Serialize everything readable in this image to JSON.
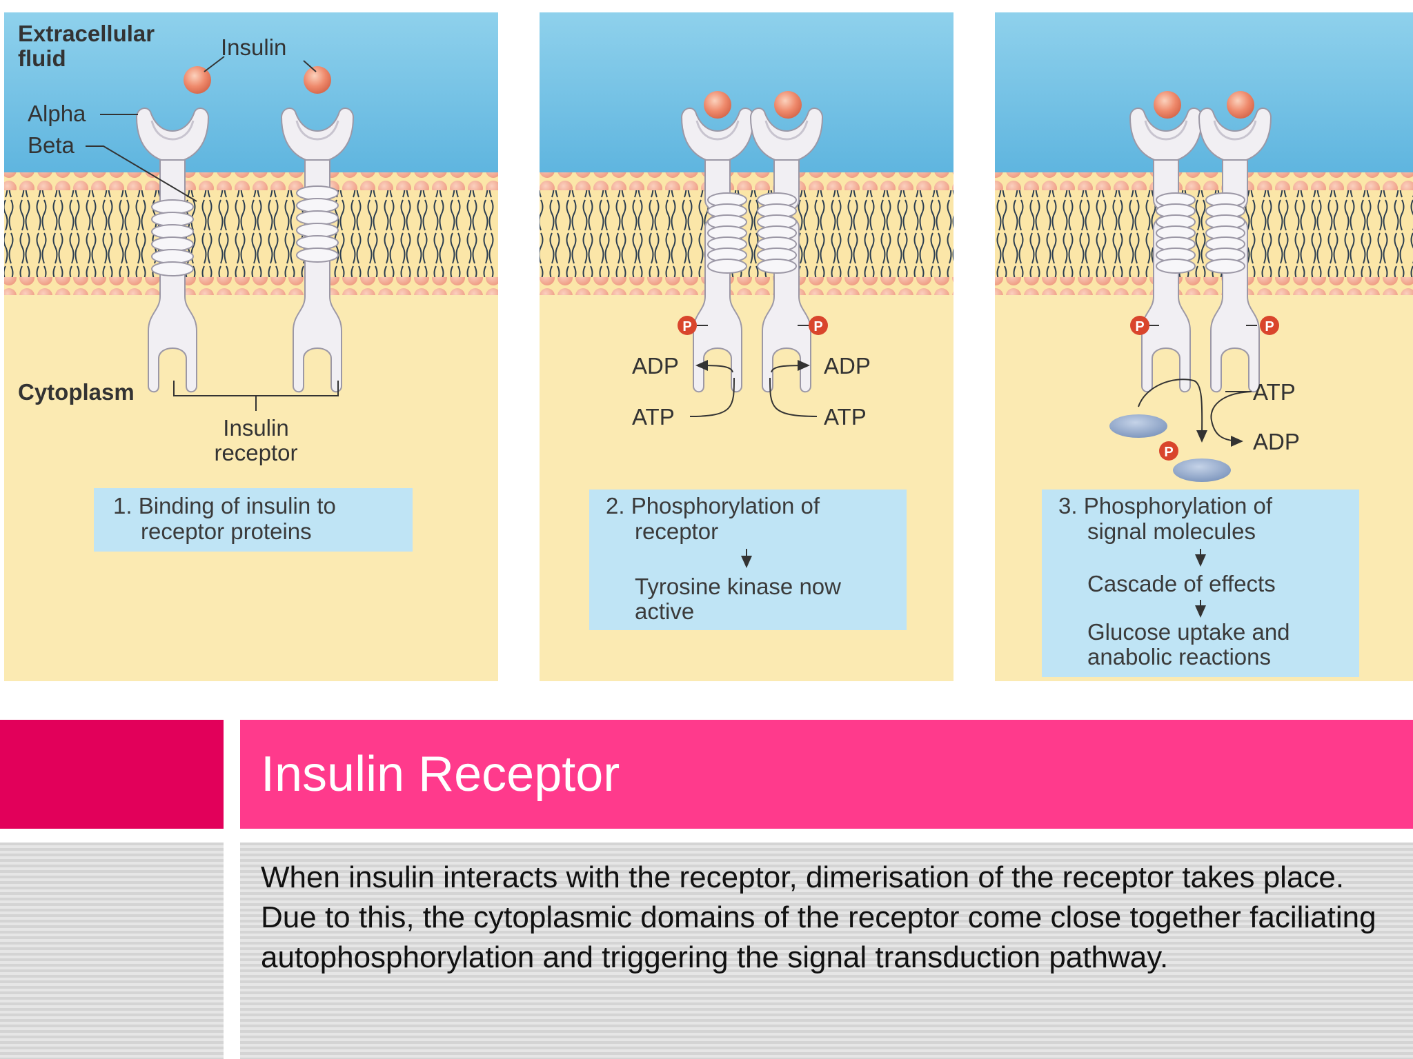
{
  "figure": {
    "labels": {
      "extracellular_1": "Extracellular",
      "extracellular_2": "fluid",
      "insulin": "Insulin",
      "alpha": "Alpha",
      "beta": "Beta",
      "cytoplasm": "Cytoplasm",
      "insulin_receptor_1": "Insulin",
      "insulin_receptor_2": "receptor",
      "adp": "ADP",
      "atp": "ATP",
      "p": "P"
    },
    "panel_a_steps": [
      "1. Binding of insulin to",
      "receptor proteins"
    ],
    "panel_b_steps": [
      "2. Phosphorylation of",
      "receptor",
      "Tyrosine kinase now",
      "active"
    ],
    "panel_c_steps": [
      "3. Phosphorylation of",
      "signal molecules",
      "Cascade of effects",
      "Glucose uptake and",
      "anabolic reactions"
    ],
    "colors": {
      "extracellular": "#7fcbe8",
      "cytoplasm": "#fbeab2",
      "lipid_head": "#f3a48b",
      "insulin": "#ef8a6c",
      "phosphate": "#d9452c",
      "receptor": "#f2f0f4",
      "step_box": "#bfe4f5",
      "signal_molecule": "#8ea8cc"
    }
  },
  "slide": {
    "title": "Insulin Receptor",
    "body": "When insulin interacts with the receptor, dimerisation of the receptor takes place. Due to this, the cytoplasmic domains of the receptor come close together faciliating autophosphorylation and triggering the signal transduction pathway.",
    "colors": {
      "title_bar": "#ff3a8c",
      "title_accent": "#e2005a"
    }
  }
}
